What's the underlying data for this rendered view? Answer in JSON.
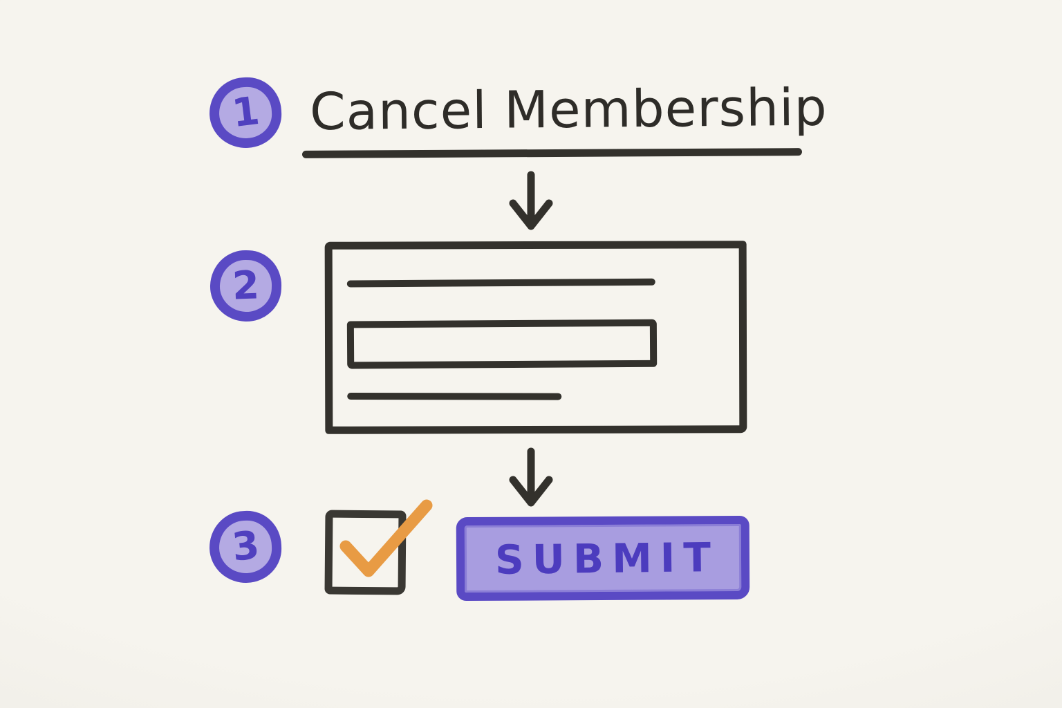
{
  "colors": {
    "paper": "#f6f4ee",
    "paper_edge": "#e9e7e0",
    "ink": "#33312c",
    "purple": "#5a4ac4",
    "purple_fill": "#b4aae3",
    "purple_text": "#5040bf",
    "submit_fill": "#a89de0",
    "orange": "#e89b44"
  },
  "flow": {
    "title": "Cancel Membership",
    "steps": [
      {
        "number": "1"
      },
      {
        "number": "2"
      },
      {
        "number": "3"
      }
    ],
    "form": {
      "has_label_line": true,
      "has_text_input": true,
      "has_helper_line": true
    },
    "checkbox_checked": true,
    "submit_label": "SUBMIT"
  }
}
